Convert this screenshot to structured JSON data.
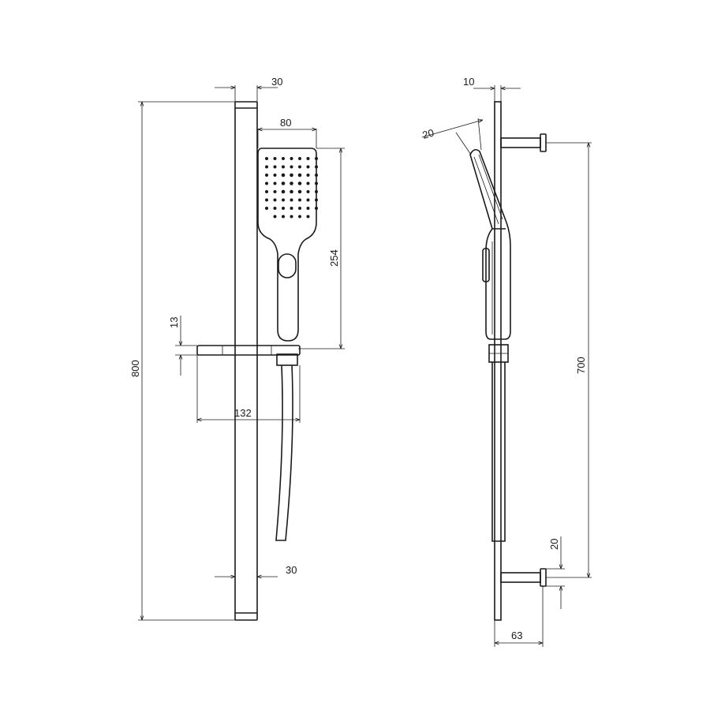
{
  "dimensions": {
    "front_bar_top_width": "30",
    "front_head_width": "80",
    "front_head_height": "254",
    "front_soap_height": "13",
    "front_soap_depth": "132",
    "front_total_height": "800",
    "front_bar_bottom_width": "30",
    "side_bar_depth": "10",
    "side_head_angle": "20",
    "side_bracket_spacing": "700",
    "side_bracket_diameter": "20",
    "side_wall_distance": "63"
  }
}
